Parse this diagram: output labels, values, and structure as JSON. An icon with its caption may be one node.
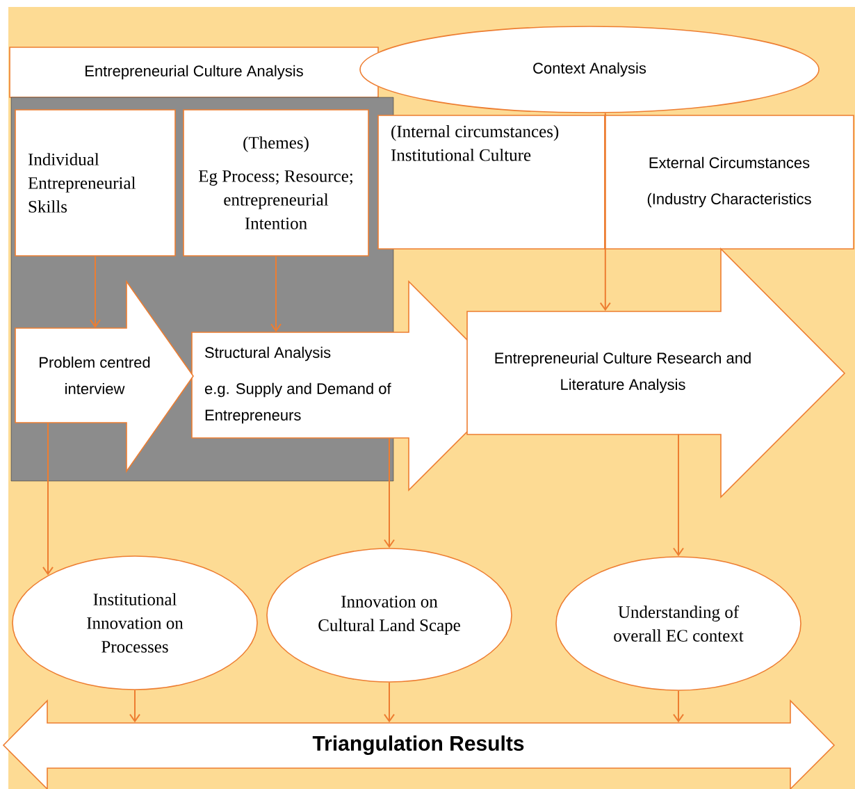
{
  "diagram": {
    "nodes": [
      {
        "text": [
          "Entrepreneurial Culture Analysis"
        ]
      },
      {
        "text": [
          "Context Analysis"
        ]
      },
      {
        "text": [],
        "shape": "box"
      },
      {
        "text": [
          "Individual Entrepreneurial Skills"
        ],
        "in": 2
      },
      {
        "text": [
          "(Themes)",
          "Eg Process; Resource; entrepreneurial Intention"
        ],
        "in": 2
      },
      {
        "text": [
          "(Internal circumstances) Institutional Culture"
        ]
      },
      {
        "text": [
          "External Circumstances",
          "(Industry Characteristics"
        ]
      },
      {
        "text": [
          "Problem centred interview"
        ],
        "in": 2
      },
      {
        "text": [
          "Structural Analysis",
          "e.g. Supply and Demand of Entrepreneurs"
        ]
      },
      {
        "text": [
          "Entrepreneurial Culture Research and Literature Analysis"
        ]
      },
      {
        "text": [
          "Institutional Innovation on Processes"
        ]
      },
      {
        "text": [
          "Innovation on Cultural Land Scape"
        ]
      },
      {
        "text": [
          "Understanding of overall EC context"
        ]
      },
      {
        "text": [
          "Triangulation Results"
        ]
      }
    ],
    "edges": [
      {
        "from": 3,
        "to": 7,
        "arrow": "to"
      },
      {
        "from": 4,
        "to": 8,
        "arrow": "to"
      },
      {
        "from": 1,
        "to": 9,
        "arrow": "to"
      },
      {
        "from": 7,
        "to": 10,
        "arrow": "to"
      },
      {
        "from": 8,
        "to": 11,
        "arrow": "to"
      },
      {
        "from": 9,
        "to": 12,
        "arrow": "to"
      },
      {
        "from": 10,
        "to": 13,
        "arrow": "to"
      },
      {
        "from": 11,
        "to": 13,
        "arrow": "to"
      },
      {
        "from": 12,
        "to": 13,
        "arrow": "to"
      }
    ]
  }
}
